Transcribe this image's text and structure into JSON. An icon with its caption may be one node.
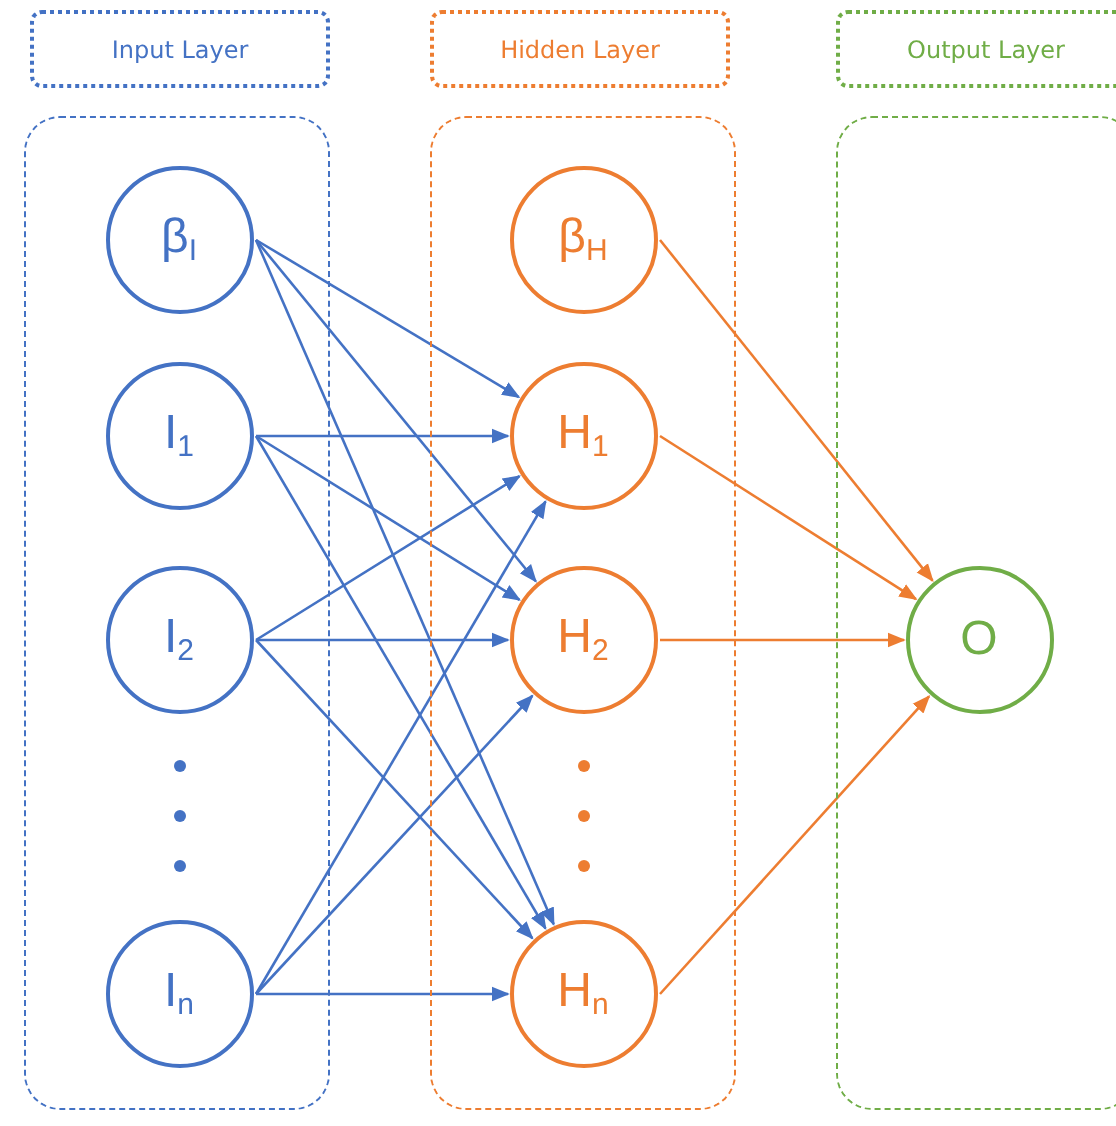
{
  "diagram": {
    "nodes": [
      {
        "text": [
          "Input Layer"
        ]
      },
      {
        "text": [
          "Hidden Layer"
        ]
      },
      {
        "text": [
          "Output Layer"
        ]
      },
      {
        "text": [],
        "shape": "box"
      },
      {
        "text": [
          "β$_{I}$"
        ],
        "in": 3
      },
      {
        "text": [
          "I$_{1}$"
        ],
        "in": 3
      },
      {
        "text": [
          "I$_{2}$"
        ],
        "in": 3
      },
      {
        "text": [
          "I$_{n}$"
        ],
        "in": 3
      },
      {
        "text": [],
        "shape": "box"
      },
      {
        "text": [
          "β$_{H}$"
        ],
        "in": 8
      },
      {
        "text": [
          "H$_{1}$"
        ],
        "in": 8
      },
      {
        "text": [
          "H$_{2}$"
        ],
        "in": 8
      },
      {
        "text": [
          "H$_{n}$"
        ],
        "in": 8
      },
      {
        "text": [],
        "shape": "box"
      },
      {
        "text": [
          "O"
        ],
        "in": 13
      }
    ],
    "edges": [
      {
        "from": 4,
        "to": 10,
        "arrow": "to"
      },
      {
        "from": 4,
        "to": 11,
        "arrow": "to"
      },
      {
        "from": 4,
        "to": 12,
        "arrow": "to"
      },
      {
        "from": 5,
        "to": 10,
        "arrow": "to"
      },
      {
        "from": 5,
        "to": 11,
        "arrow": "to"
      },
      {
        "from": 5,
        "to": 12,
        "arrow": "to"
      },
      {
        "from": 6,
        "to": 10,
        "arrow": "to"
      },
      {
        "from": 6,
        "to": 11,
        "arrow": "to"
      },
      {
        "from": 6,
        "to": 12,
        "arrow": "to"
      },
      {
        "from": 7,
        "to": 10,
        "arrow": "to"
      },
      {
        "from": 7,
        "to": 11,
        "arrow": "to"
      },
      {
        "from": 7,
        "to": 12,
        "arrow": "to"
      },
      {
        "from": 9,
        "to": 14,
        "arrow": "to",
        "color": "#ed7d31"
      },
      {
        "from": 10,
        "to": 14,
        "arrow": "to",
        "color": "#ed7d31"
      },
      {
        "from": 11,
        "to": 14,
        "arrow": "to",
        "color": "#ed7d31"
      },
      {
        "from": 12,
        "to": 14,
        "arrow": "to",
        "color": "#ed7d31"
      }
    ]
  }
}
